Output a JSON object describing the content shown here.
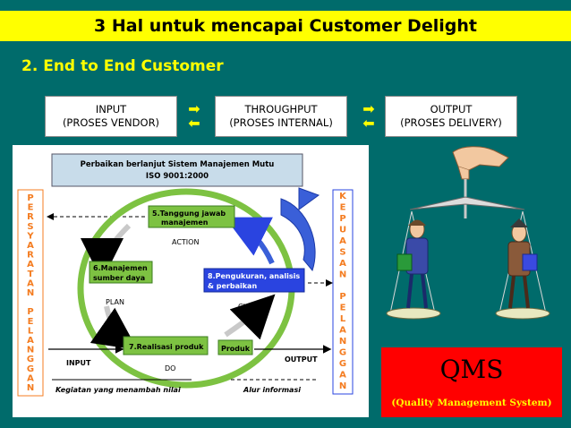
{
  "header": {
    "title": "3 Hal untuk mencapai Customer Delight"
  },
  "subtitle": "2. End to End Customer",
  "flow": {
    "input": [
      "INPUT",
      "(PROSES VENDOR)"
    ],
    "throughput": [
      "THROUGHPUT",
      "(PROSES INTERNAL)"
    ],
    "output": [
      "OUTPUT",
      "(PROSES DELIVERY)"
    ]
  },
  "diagram": {
    "top_box": [
      "Perbaikan berlanjut Sistem Manajemen Mutu",
      "ISO 9001:2000"
    ],
    "left_vertical": "PERSYARATAN PELANGGAN",
    "right_vertical": "KEPUASAN PELANGGAN",
    "step5": [
      "5.Tanggung jawab",
      "manajemen"
    ],
    "step6": [
      "6.Manajemen",
      "sumber daya"
    ],
    "step7": "7.Realisasi produk",
    "step8": [
      "8.Pengukuran, analisis",
      "& perbaikan"
    ],
    "action": "ACTION",
    "plan": "PLAN",
    "check": "CHECK",
    "do": "DO",
    "produk": "Produk",
    "input": "INPUT",
    "output": "OUTPUT",
    "legend_value": "Kegiatan yang menambah nilai",
    "legend_info": "Alur informasi"
  },
  "qms": {
    "title": "QMS",
    "subtitle": "(Quality Management System)"
  },
  "colors": {
    "background": "#006b6b",
    "title_bg": "#ffff00",
    "accent": "#ffff00",
    "qms_bg": "#ff0000",
    "step_green": "#7dc242",
    "step_blue": "#2a44e0",
    "vertical_text": "#f47c20"
  }
}
